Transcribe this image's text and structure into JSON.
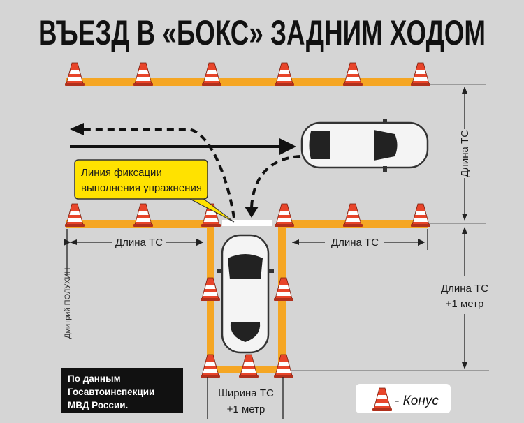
{
  "title": "ВЪЕЗД В «БОКС» ЗАДНИМ ХОДОМ",
  "callout": {
    "line1": "Линия фиксации",
    "line2": "выполнения упражнения"
  },
  "dimensions": {
    "left_length": "Длина ТС",
    "right_length": "Длина ТС",
    "lane_width": "Длина ТС",
    "box_depth_line1": "Длина ТС",
    "box_depth_line2": "+1 метр",
    "box_width_line1": "Ширина ТС",
    "box_width_line2": "+1 метр"
  },
  "source_box": {
    "line1": "По данным",
    "line2": "Госавтоинспекции",
    "line3": "МВД России."
  },
  "legend": {
    "label": "- Конус",
    "icon": "traffic-cone-icon"
  },
  "credit": "Дмитрий ПОЛУХИН",
  "colors": {
    "background": "#d5d5d5",
    "boundary": "#f5a623",
    "cone": "#e8452a",
    "callout": "#ffe200"
  }
}
